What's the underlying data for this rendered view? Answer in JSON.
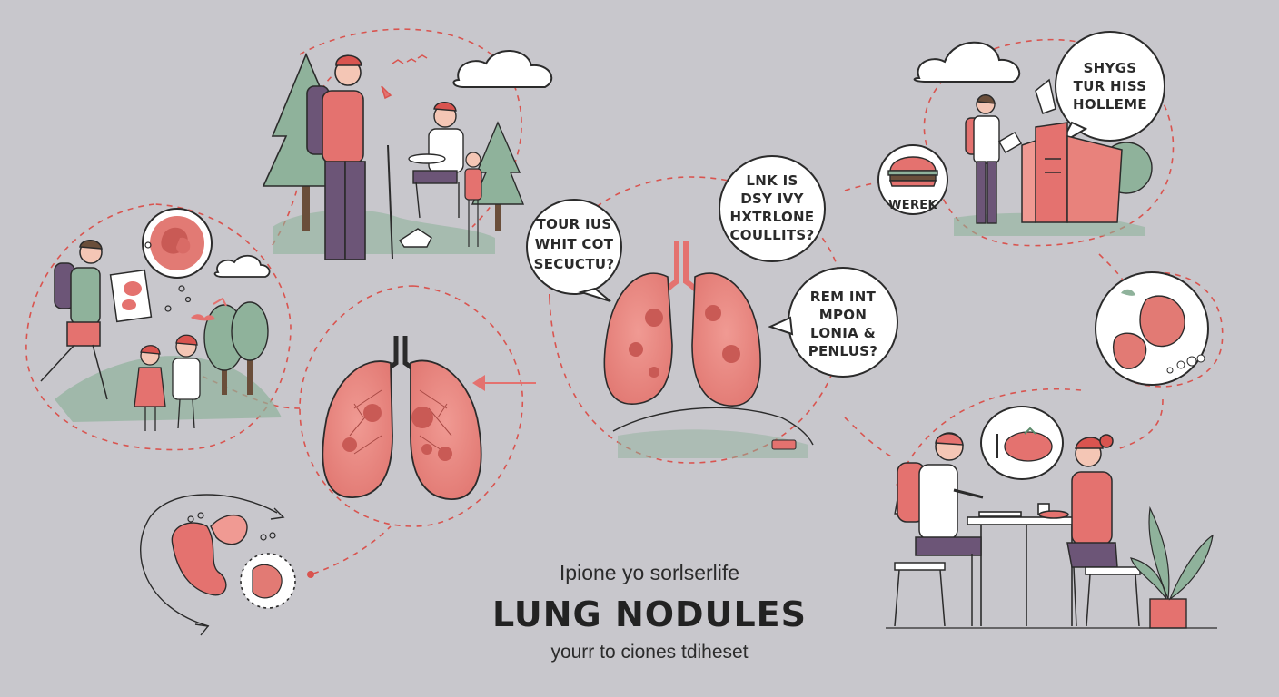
{
  "colors": {
    "background": "#c8c7cc",
    "accent": "#e4726f",
    "lung": "#e8827c",
    "foliage": "#8fb29b",
    "shirt_purple": "#6c5577",
    "ink": "#2b2b2b",
    "dash": "#d9544f"
  },
  "bubbles": {
    "center_left": [
      "TOUR IUS",
      "WHIT COT",
      "SECUCTU?"
    ],
    "center_top": [
      "LNK IS",
      "DSY IVY",
      "HXTRLONE",
      "COULLITS?"
    ],
    "center_right": [
      "REM INT",
      "MPON",
      "LONIA &",
      "PENLUS?"
    ],
    "top_right": [
      "SHYGS",
      "TUR HISS",
      "HOLLEME"
    ],
    "food_sign": "WEREK"
  },
  "title": {
    "kicker": "Ipione yo sorlserlife",
    "headline": "LUNG NODULES",
    "subline": "yourr to ciones tdiheset"
  },
  "icons": [
    "cloud-icon",
    "burger-icon",
    "lungs-icon",
    "tree-icon",
    "plant-icon",
    "laptop-icon",
    "arrow-icon"
  ]
}
